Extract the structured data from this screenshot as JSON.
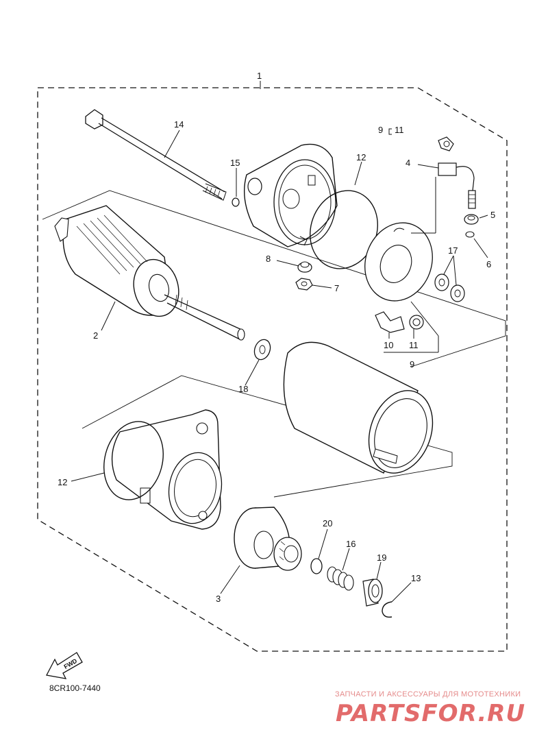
{
  "diagram": {
    "part_number": "8CR100-7440",
    "fwd_label": "FWD",
    "bracket_group_label": "9",
    "bracket_group_item": "11",
    "callouts": {
      "c1": "1",
      "c2": "2",
      "c3": "3",
      "c4": "4",
      "c5": "5",
      "c6": "6",
      "c7": "7",
      "c8": "8",
      "c9": "9",
      "c10": "10",
      "c11": "11",
      "c12a": "12",
      "c12b": "12",
      "c13": "13",
      "c14": "14",
      "c15": "15",
      "c16": "16",
      "c17": "17",
      "c18": "18",
      "c19": "19",
      "c20": "20"
    }
  },
  "watermark": {
    "tagline": "ЗАПЧАСТИ И АКСЕССУАРЫ ДЛЯ МОТОТЕХНИКИ",
    "brand": "PARTSFOR.RU"
  }
}
